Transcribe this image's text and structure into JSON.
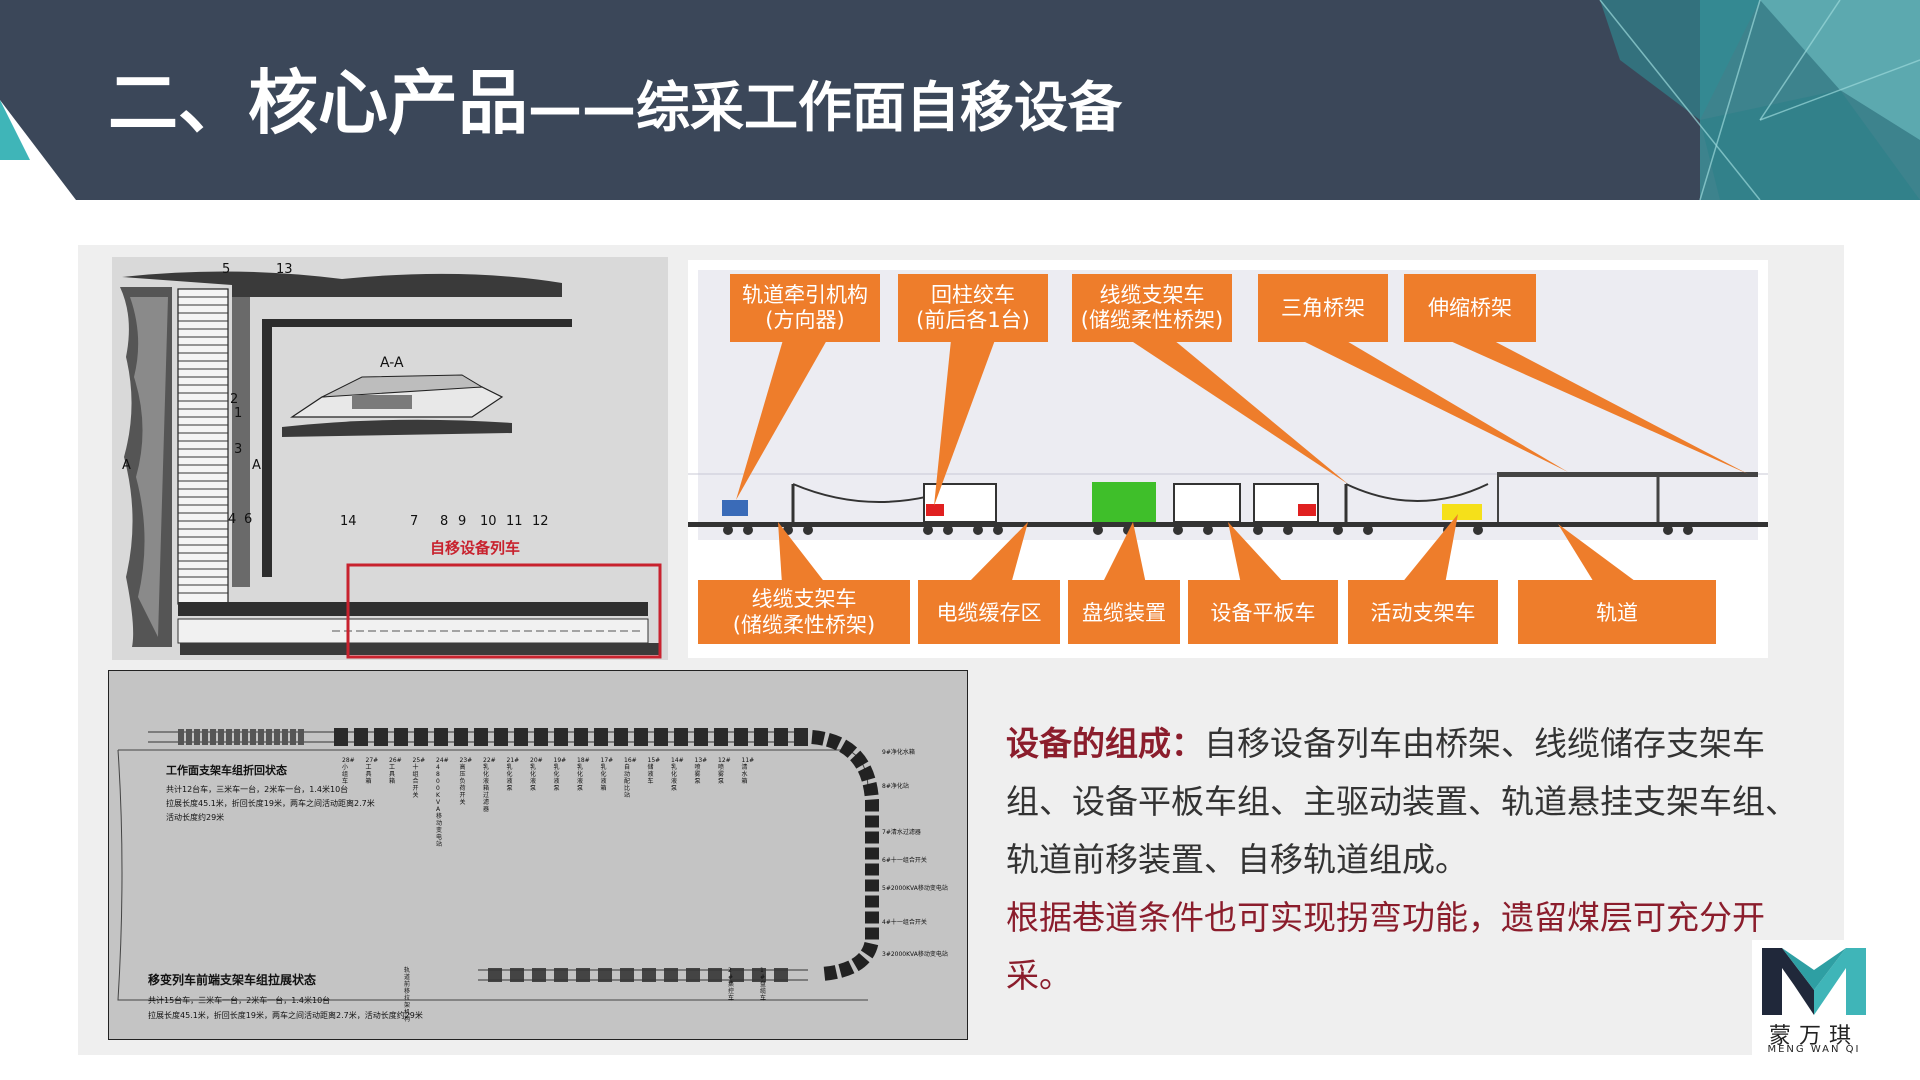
{
  "slide": {
    "title_main": "二、核心产品",
    "title_sub": "——综采工作面自移设备"
  },
  "figure_top_left": {
    "caption": "自移设备列车",
    "section_label": "A-A",
    "side_labels": [
      "A",
      "A"
    ],
    "numbers": [
      "5",
      "13",
      "2",
      "1",
      "3",
      "4",
      "6",
      "14",
      "7",
      "8",
      "9",
      "10",
      "11",
      "12"
    ]
  },
  "figure_top_right": {
    "callouts_top": [
      "轨道牵引机构\n(方向器)",
      "回柱绞车\n(前后各1台)",
      "线缆支架车\n(储缆柔性桥架)",
      "三角桥架",
      "伸缩桥架"
    ],
    "callouts_bottom": [
      "线缆支架车\n(储缆柔性桥架)",
      "电缆缓存区",
      "盘缆装置",
      "设备平板车",
      "活动支架车",
      "轨道"
    ]
  },
  "figure_bottom": {
    "state1_title": "工作面支架车组折回状态",
    "state1_lines": [
      "共计12台车，三米车一台，2米车一台，1.4米10台",
      "拉展长度45.1米，折回长度19米，两车之间活动距离2.7米",
      "活动长度约29米"
    ],
    "state2_title": "移变列车前端支架车组拉展状态",
    "state2_lines": [
      "共计15台车，三米车一台，2米车一台，1.4米10台",
      "拉展长度45.1米，折回长度19米，两车之间活动距离2.7米，活动长度约29米"
    ],
    "car_labels": [
      "28#\n小组车",
      "27#\n工具箱",
      "26#\n工具箱",
      "25#\n十组合开关",
      "24#\n4800KVA移动变电站",
      "23#\n高压负荷开关",
      "22#\n乳化液箱过滤器",
      "21#\n乳化液泵",
      "20#\n乳化液泵",
      "19#\n乳化液泵",
      "18#\n乳化液泵",
      "17#\n乳化液箱",
      "16#\n自动配比站",
      "15#\n储液车",
      "14#\n乳化液泵",
      "13#\n喷雾泵",
      "12#\n喷雾泵",
      "11#\n清水箱"
    ],
    "right_labels": [
      "9#净化水箱",
      "8#净化站",
      "7#清水过滤器",
      "6#十一组合开关",
      "5#2000KVA移动变电站",
      "4#十一组合开关",
      "3#2000KVA移动变电站"
    ],
    "bottom_labels": [
      "轨道前移拉架机构",
      "2#集控车",
      "1#盘缆车"
    ]
  },
  "description": {
    "label": "设备的组成：",
    "text": "自移设备列车由桥架、线缆储存支架车组、设备平板车组、主驱动装置、轨道悬挂支架车组、轨道前移装置、自移轨道组成。",
    "note": "根据巷道条件也可实现拐弯功能，遗留煤层可充分开采。"
  },
  "logo": {
    "name_cn": "蒙万琪",
    "name_en": "MENG WAN QI"
  },
  "colors": {
    "header_bg": "#3b4759",
    "teal": "#3fb5b8",
    "callout_orange": "#ee7d2b",
    "caption_red": "#c8222e",
    "accent_text": "#8b1d2c"
  }
}
